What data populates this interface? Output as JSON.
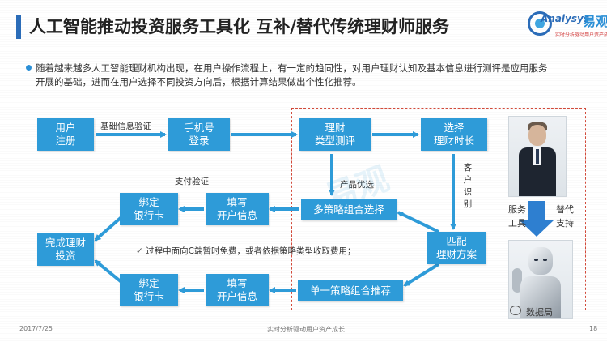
{
  "header": {
    "title": "人工智能推动投资服务工具化  互补/替代传统理财师服务"
  },
  "logo": {
    "brand_en": "Analysys",
    "brand_cn": "易观",
    "slogan": "实时分析驱动用户资产成长"
  },
  "intro": {
    "text": "随着越来越多人工智能理财机构出现，在用户操作流程上，有一定的趋同性，对用户理财认知及基本信息进行测评是应用服务开展的基础，进而在用户选择不同投资方向后，根据计算结果做出个性化推荐。"
  },
  "nodes": {
    "register": "用户\n注册",
    "phone_login": "手机号\n登录",
    "risk_eval": "理财\n类型测评",
    "choose_duration": "选择\n理财时长",
    "bind_card_top": "绑定\n银行卡",
    "fill_info_top": "填写\n开户信息",
    "multi_strategy": "多策略组合选择",
    "complete": "完成理财\n投资",
    "match_plan": "匹配\n理财方案",
    "bind_card_bottom": "绑定\n银行卡",
    "fill_info_bottom": "填写\n开户信息",
    "single_strategy": "单一策略组合推荐"
  },
  "edge_labels": {
    "basic_verify": "基础信息验证",
    "pay_verify": "支付验证",
    "product_pick": "产品优选",
    "customer_identify": "客户识别"
  },
  "note": "过程中面向C端暂时免费，或者依据策略类型收取费用；",
  "side": {
    "service_tool": "服务\n工具",
    "replace_support": "替代\n支持"
  },
  "footer": {
    "date": "2017/7/25",
    "tagline": "实时分析驱动用户资产成长",
    "page": "18"
  },
  "watermark_account": "数据局",
  "colors": {
    "node_fill": "#2e9bd8",
    "arrow": "#2e9bd8",
    "frame": "#d24a3a",
    "title_bar": "#2b6cb8"
  }
}
